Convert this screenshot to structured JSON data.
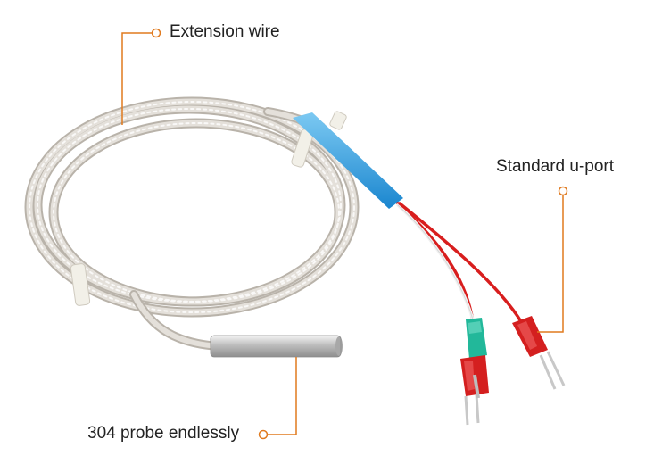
{
  "labels": {
    "extension_wire": "Extension wire",
    "standard_uport": "Standard u-port",
    "probe": "304 probe endlessly"
  },
  "colors": {
    "callout": "#e07a1f",
    "cable_braid": "#d9d4cc",
    "sleeve": "#2f9fe0",
    "wire_red": "#d81e1e",
    "wire_white": "#f2f2f2",
    "terminal_green": "#22b89a",
    "terminal_red": "#d41f1f",
    "probe_steel": "#cfcfcf"
  },
  "icons": [
    "callout-marker-icon"
  ]
}
